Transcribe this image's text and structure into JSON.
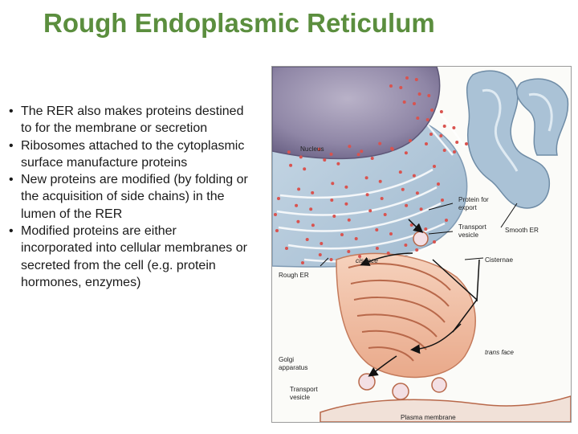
{
  "title": "Rough Endoplasmic Reticulum",
  "bullets": [
    "The RER also makes proteins destined to for the membrane or secretion",
    "Ribosomes attached to the cytoplasmic surface manufacture proteins",
    "New proteins are modified (by folding or the acquisition of side chains) in the lumen of the RER",
    "Modified proteins are either incorporated into cellular membranes or secreted from the cell (e.g. protein hormones, enzymes)"
  ],
  "figure": {
    "labels": {
      "nucleus": "Nucleus",
      "protein_for": "Protein for",
      "export": "export",
      "transport": "Transport",
      "vesicle": "vesicle",
      "smooth_er": "Smooth ER",
      "cis_face": "cis face",
      "cisternae": "Cisternae",
      "rough_er": "Rough ER",
      "trans_face": "trans face",
      "golgi": "Golgi",
      "apparatus": "apparatus",
      "transport2": "Transport",
      "vesicle2": "vesicle",
      "plasma_membrane": "Plasma membrane"
    }
  }
}
